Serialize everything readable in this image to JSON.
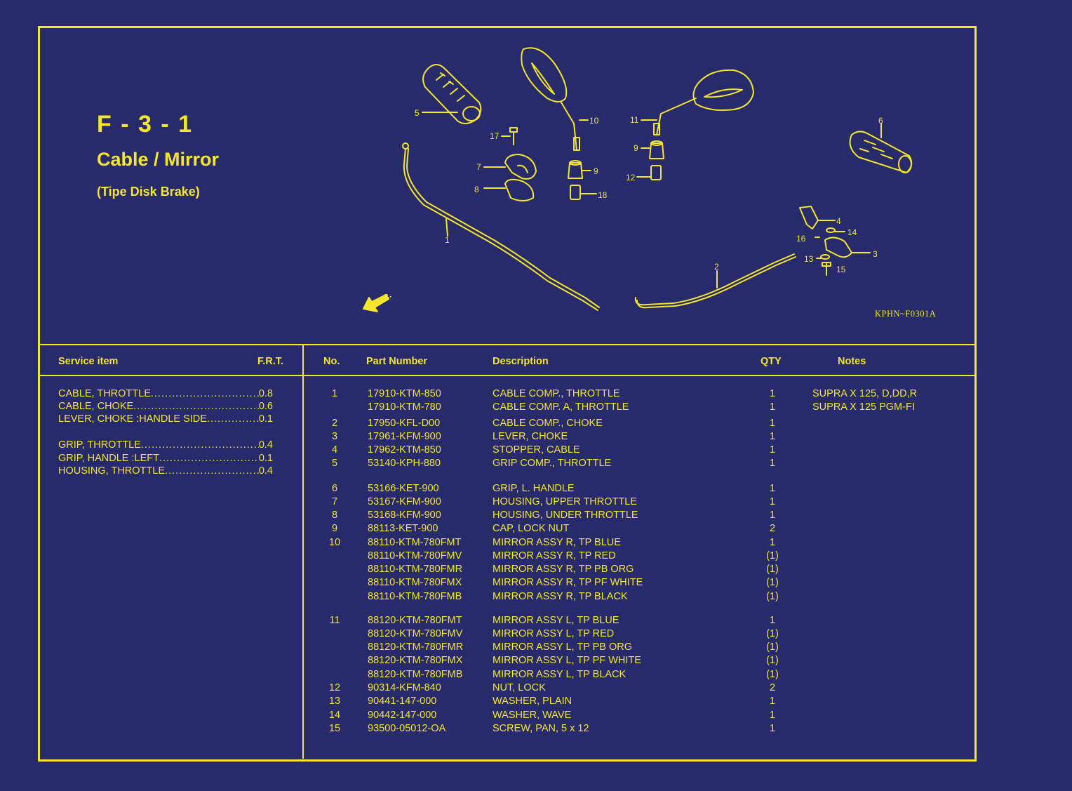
{
  "header": {
    "code": "F - 3 - 1",
    "name": "Cable / Mirror",
    "subtitle": "(Tipe Disk Brake)",
    "drawing_code": "KPHN~F0301A"
  },
  "diagram_labels": {
    "n1": "1",
    "n2": "2",
    "n3": "3",
    "n4": "4",
    "n5": "5",
    "n6": "6",
    "n7": "7",
    "n8": "8",
    "n9a": "9",
    "n9b": "9",
    "n10": "10",
    "n11": "11",
    "n12": "12",
    "n13": "13",
    "n14": "14",
    "n15": "15",
    "n16": "16",
    "n17": "17",
    "n18": "18",
    "fr": "FR."
  },
  "service_table": {
    "col_item": "Service item",
    "col_frt": "F.R.T.",
    "rows": [
      {
        "item": "CABLE, THROTTLE",
        "frt": "0.8"
      },
      {
        "item": "CABLE, CHOKE",
        "frt": "0.6"
      },
      {
        "item": "LEVER, CHOKE :HANDLE SIDE",
        "frt": "0.1"
      },
      {
        "item": "GRIP, THROTTLE",
        "frt": "0.4"
      },
      {
        "item": "GRIP, HANDLE :LEFT",
        "frt": "0.1"
      },
      {
        "item": "HOUSING, THROTTLE",
        "frt": "0.4"
      }
    ]
  },
  "parts_table": {
    "col_no": "No.",
    "col_part": "Part Number",
    "col_desc": "Description",
    "col_qty": "QTY",
    "col_notes": "Notes",
    "rows": [
      {
        "no": "1",
        "part": "17910-KTM-850",
        "desc": "CABLE COMP., THROTTLE",
        "qty": "1",
        "note": "SUPRA X 125, D,DD,R"
      },
      {
        "no": "",
        "part": "17910-KTM-780",
        "desc": "CABLE COMP. A, THROTTLE",
        "qty": "1",
        "note": "SUPRA X 125 PGM-FI"
      },
      {
        "no": "2",
        "part": "17950-KFL-D00",
        "desc": "CABLE COMP., CHOKE",
        "qty": "1",
        "note": ""
      },
      {
        "no": "3",
        "part": "17961-KFM-900",
        "desc": "LEVER, CHOKE",
        "qty": "1",
        "note": ""
      },
      {
        "no": "4",
        "part": "17962-KTM-850",
        "desc": "STOPPER, CABLE",
        "qty": "1",
        "note": ""
      },
      {
        "no": "5",
        "part": "53140-KPH-880",
        "desc": "GRIP COMP., THROTTLE",
        "qty": "1",
        "note": ""
      },
      {
        "no": "6",
        "part": "53166-KET-900",
        "desc": "GRIP, L. HANDLE",
        "qty": "1",
        "note": ""
      },
      {
        "no": "7",
        "part": "53167-KFM-900",
        "desc": "HOUSING, UPPER THROTTLE",
        "qty": "1",
        "note": ""
      },
      {
        "no": "8",
        "part": "53168-KFM-900",
        "desc": "HOUSING, UNDER THROTTLE",
        "qty": "1",
        "note": ""
      },
      {
        "no": "9",
        "part": "88113-KET-900",
        "desc": "CAP, LOCK NUT",
        "qty": "2",
        "note": ""
      },
      {
        "no": "10",
        "part": "88110-KTM-780FMT",
        "desc": "MIRROR ASSY R, TP BLUE",
        "qty": "1",
        "note": ""
      },
      {
        "no": "",
        "part": "88110-KTM-780FMV",
        "desc": "MIRROR ASSY R, TP RED",
        "qty": "(1)",
        "note": ""
      },
      {
        "no": "",
        "part": "88110-KTM-780FMR",
        "desc": "MIRROR ASSY R, TP PB ORG",
        "qty": "(1)",
        "note": ""
      },
      {
        "no": "",
        "part": "88110-KTM-780FMX",
        "desc": "MIRROR ASSY R, TP PF WHITE",
        "qty": "(1)",
        "note": ""
      },
      {
        "no": "",
        "part": "88110-KTM-780FMB",
        "desc": "MIRROR ASSY R, TP BLACK",
        "qty": "(1)",
        "note": ""
      },
      {
        "no": "11",
        "part": "88120-KTM-780FMT",
        "desc": "MIRROR ASSY L, TP BLUE",
        "qty": "1",
        "note": ""
      },
      {
        "no": "",
        "part": "88120-KTM-780FMV",
        "desc": "MIRROR ASSY L, TP RED",
        "qty": "(1)",
        "note": ""
      },
      {
        "no": "",
        "part": "88120-KTM-780FMR",
        "desc": "MIRROR ASSY L, TP PB ORG",
        "qty": "(1)",
        "note": ""
      },
      {
        "no": "",
        "part": "88120-KTM-780FMX",
        "desc": "MIRROR ASSY L, TP PF WHITE",
        "qty": "(1)",
        "note": ""
      },
      {
        "no": "",
        "part": "88120-KTM-780FMB",
        "desc": "MIRROR ASSY L, TP BLACK",
        "qty": "(1)",
        "note": ""
      },
      {
        "no": "12",
        "part": "90314-KFM-840",
        "desc": "NUT, LOCK",
        "qty": "2",
        "note": ""
      },
      {
        "no": "13",
        "part": "90441-147-000",
        "desc": "WASHER, PLAIN",
        "qty": "1",
        "note": ""
      },
      {
        "no": "14",
        "part": "90442-147-000",
        "desc": "WASHER, WAVE",
        "qty": "1",
        "note": ""
      },
      {
        "no": "15",
        "part": "93500-05012-OA",
        "desc": "SCREW, PAN, 5 x 12",
        "qty": "1",
        "note": ""
      }
    ]
  },
  "colors": {
    "background": "#272a6b",
    "ink": "#f5e62a"
  }
}
